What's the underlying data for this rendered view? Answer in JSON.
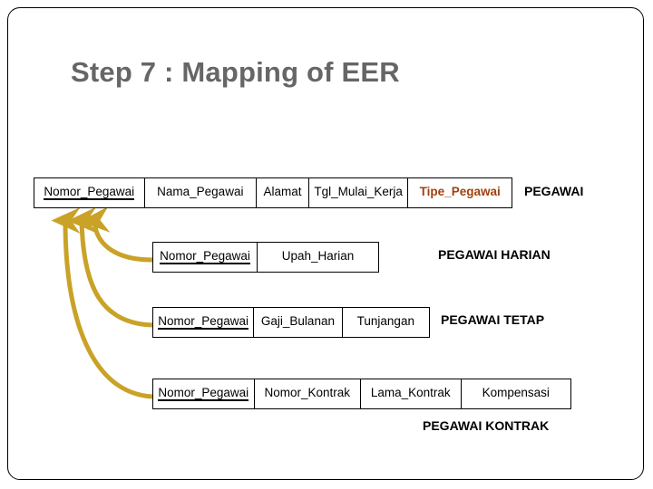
{
  "slide": {
    "title": "Step 7 : Mapping of EER",
    "title_color": "#666666",
    "arrow_color": "#C9A227",
    "discriminator_color": "#A0410D",
    "border_color": "#000000"
  },
  "relations": [
    {
      "name": "PEGAWAI",
      "role": "supertype",
      "attributes": [
        {
          "label": "Nomor_Pegawai",
          "key": "primary"
        },
        {
          "label": "Nama_Pegawai",
          "key": "none"
        },
        {
          "label": "Alamat",
          "key": "none"
        },
        {
          "label": "Tgl_Mulai_Kerja",
          "key": "none"
        },
        {
          "label": "Tipe_Pegawai",
          "key": "discriminator"
        }
      ]
    },
    {
      "name": "PEGAWAI HARIAN",
      "role": "subtype",
      "attributes": [
        {
          "label": "Nomor_Pegawai",
          "key": "primary"
        },
        {
          "label": "Upah_Harian",
          "key": "none"
        }
      ]
    },
    {
      "name": "PEGAWAI TETAP",
      "role": "subtype",
      "attributes": [
        {
          "label": "Nomor_Pegawai",
          "key": "primary"
        },
        {
          "label": "Gaji_Bulanan",
          "key": "none"
        },
        {
          "label": "Tunjangan",
          "key": "none"
        }
      ]
    },
    {
      "name": "PEGAWAI KONTRAK",
      "role": "subtype",
      "attributes": [
        {
          "label": "Nomor_Pegawai",
          "key": "primary"
        },
        {
          "label": "Nomor_Kontrak",
          "key": "none"
        },
        {
          "label": "Lama_Kontrak",
          "key": "none"
        },
        {
          "label": "Kompensasi",
          "key": "none"
        }
      ]
    }
  ],
  "foreign_key_arrows": [
    {
      "from": "PEGAWAI HARIAN",
      "to": "PEGAWAI"
    },
    {
      "from": "PEGAWAI TETAP",
      "to": "PEGAWAI"
    },
    {
      "from": "PEGAWAI KONTRAK",
      "to": "PEGAWAI"
    }
  ]
}
